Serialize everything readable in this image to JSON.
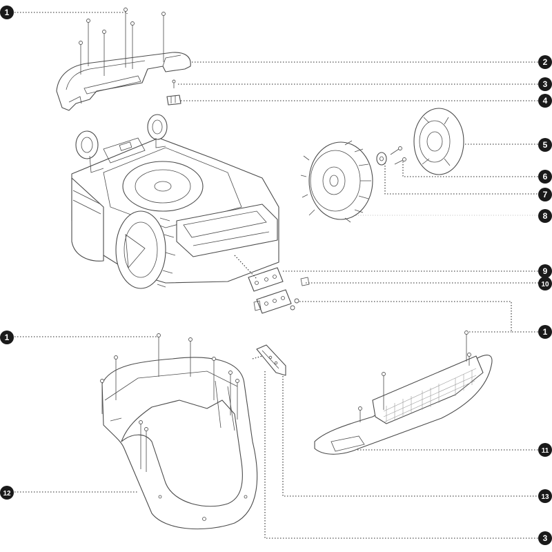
{
  "callouts": [
    {
      "id": "c1-top",
      "number": "1"
    },
    {
      "id": "c2",
      "number": "2"
    },
    {
      "id": "c3-upper",
      "number": "3"
    },
    {
      "id": "c4",
      "number": "4"
    },
    {
      "id": "c5",
      "number": "5"
    },
    {
      "id": "c6",
      "number": "6"
    },
    {
      "id": "c7",
      "number": "7"
    },
    {
      "id": "c8",
      "number": "8"
    },
    {
      "id": "c9",
      "number": "9"
    },
    {
      "id": "c10",
      "number": "10"
    },
    {
      "id": "c1-left",
      "number": "1"
    },
    {
      "id": "c1-right",
      "number": "1"
    },
    {
      "id": "c11",
      "number": "11"
    },
    {
      "id": "c12",
      "number": "12"
    },
    {
      "id": "c13",
      "number": "13"
    },
    {
      "id": "c3-lower",
      "number": "3"
    }
  ]
}
